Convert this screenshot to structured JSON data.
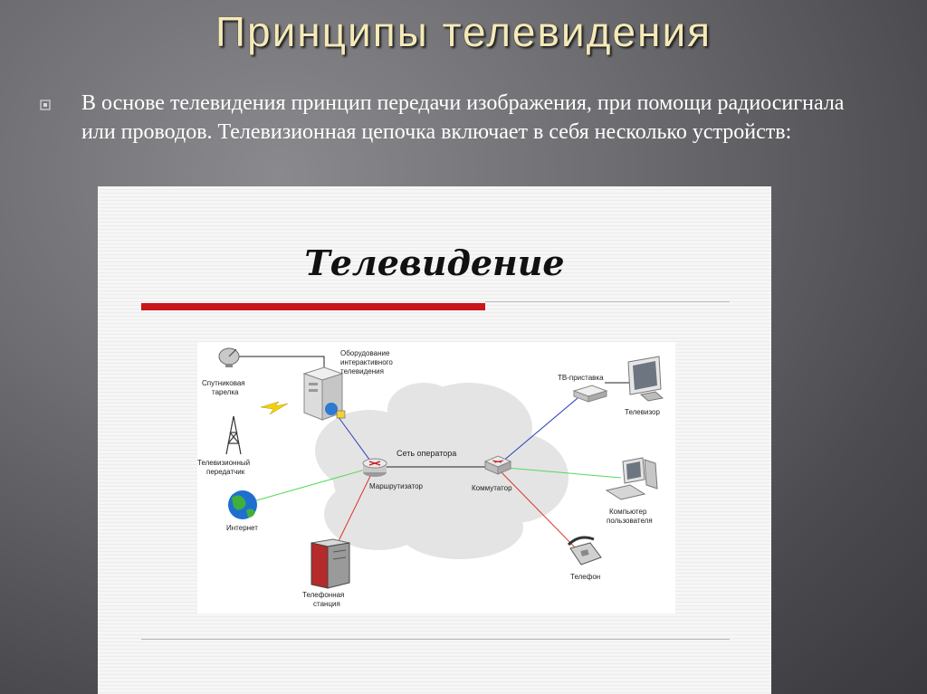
{
  "slide": {
    "title": "Принципы телевидения",
    "text": "В основе телевидения принцип передачи изображения, при помощи радиосигнала или проводов. Телевизионная цепочка включает в себя несколько устройств:"
  },
  "picture": {
    "title": "Телевидение",
    "diagram": {
      "cloud_label": "Сеть оператора",
      "equipment_label_1": "Оборудование",
      "equipment_label_2": "интерактивного",
      "equipment_label_3": "телевидения",
      "satellite_label_1": "Спутниковая",
      "satellite_label_2": "тарелка",
      "transmitter_label_1": "Телевизионный",
      "transmitter_label_2": "передатчик",
      "internet_label": "Интернет",
      "router_label": "Маршрутизатор",
      "switch_label": "Коммутатор",
      "exchange_label_1": "Телефонная",
      "exchange_label_2": "станция",
      "stb_label": "ТВ-приставка",
      "tv_label": "Телевизор",
      "pc_label_1": "Компьютер",
      "pc_label_2": "пользователя",
      "phone_label": "Телефон"
    }
  },
  "colors": {
    "title": "#f5e9b8",
    "accent_bar": "#c8161b",
    "link_blue": "#2b3fb8",
    "link_green": "#56d957",
    "link_red": "#d9352c",
    "link_black": "#222222"
  }
}
